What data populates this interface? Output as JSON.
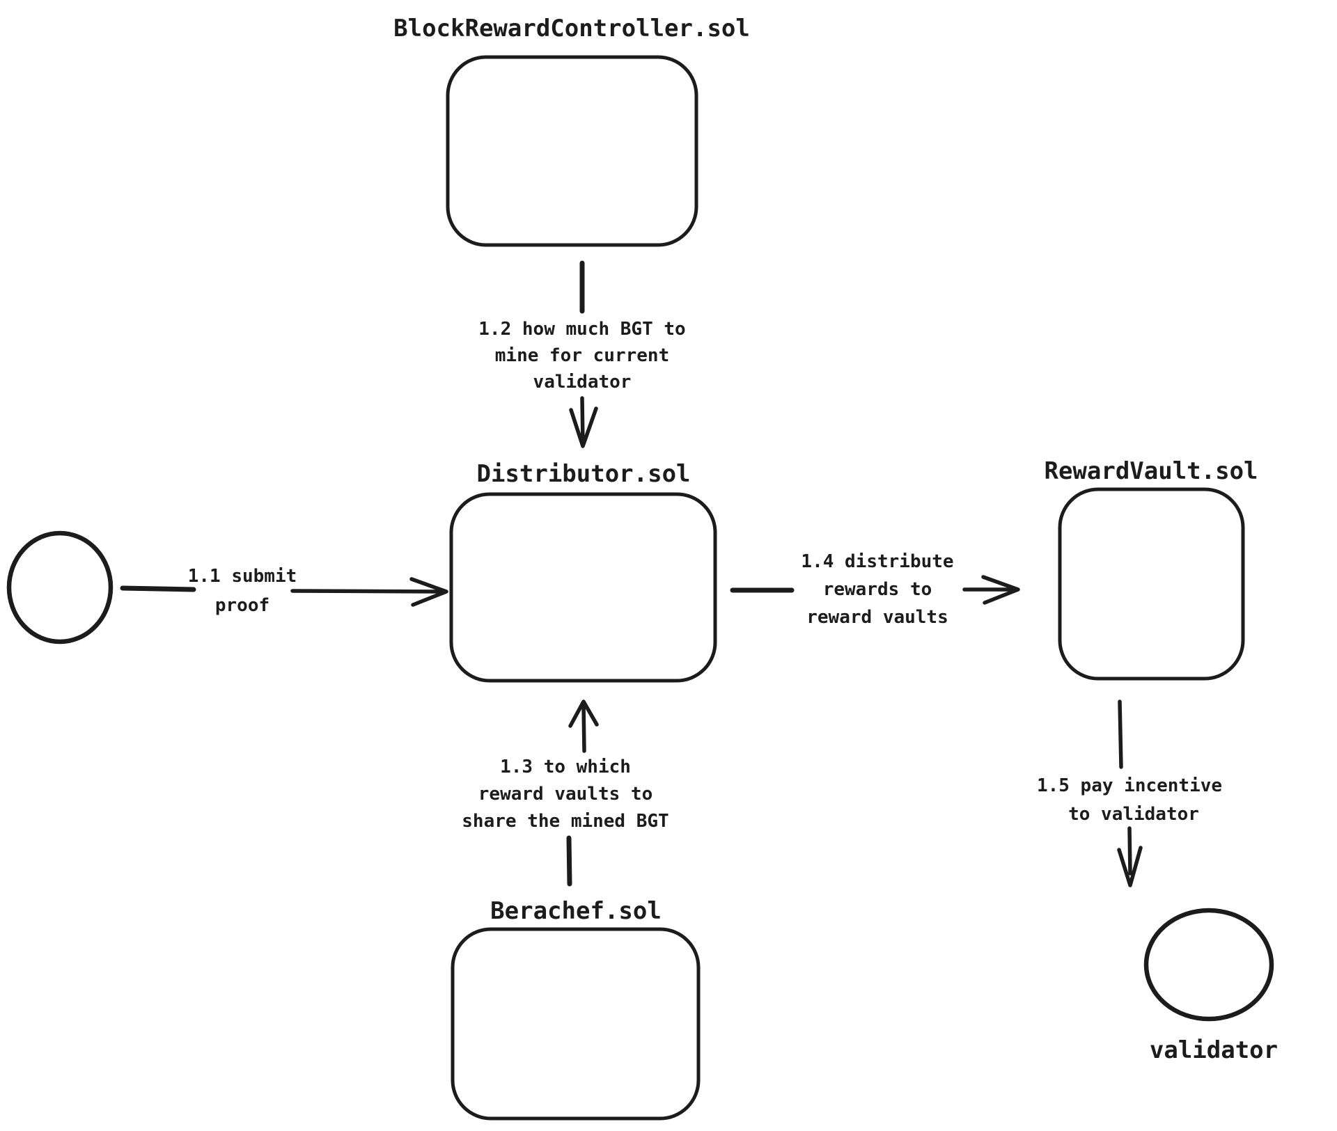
{
  "diagram": {
    "colors": {
      "ink": "#1c1c1c",
      "background": "#ffffff"
    },
    "nodes": {
      "block_reward_controller": {
        "title": "BlockRewardController.sol",
        "shape": "rounded-rect"
      },
      "distributor": {
        "title": "Distributor.sol",
        "shape": "rounded-rect"
      },
      "reward_vault": {
        "title": "RewardVault.sol",
        "shape": "rounded-rect"
      },
      "berachef": {
        "title": "Berachef.sol",
        "shape": "rounded-rect"
      },
      "actor": {
        "title": "",
        "shape": "circle"
      },
      "validator": {
        "title": "validator",
        "shape": "circle"
      }
    },
    "edges": {
      "e11": {
        "from": "actor",
        "to": "distributor",
        "lines": [
          "1.1 submit",
          "proof"
        ]
      },
      "e12": {
        "from": "block_reward_controller",
        "to": "distributor",
        "lines": [
          "1.2 how much BGT to",
          "mine for current",
          "validator"
        ]
      },
      "e13": {
        "from": "berachef",
        "to": "distributor",
        "lines": [
          "1.3 to which",
          "reward vaults to",
          "share the mined BGT"
        ]
      },
      "e14": {
        "from": "distributor",
        "to": "reward_vault",
        "lines": [
          "1.4 distribute",
          "rewards to",
          "reward vaults"
        ]
      },
      "e15": {
        "from": "reward_vault",
        "to": "validator",
        "lines": [
          "1.5 pay incentive",
          "to validator"
        ]
      }
    }
  }
}
